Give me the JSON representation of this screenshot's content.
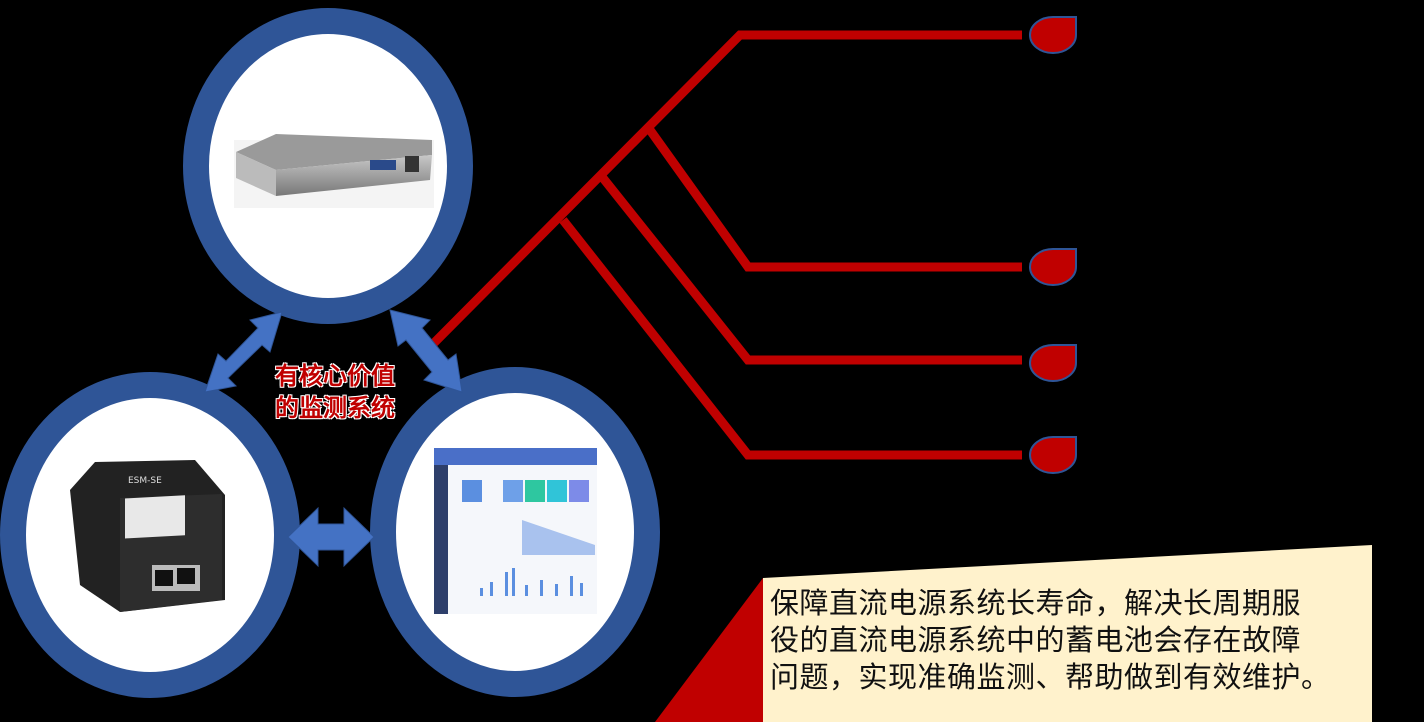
{
  "center_label": {
    "line1": "有核心价值",
    "line2": "的监测系统"
  },
  "description": {
    "line1": "保障直流电源系统长寿命，解决长周期服",
    "line2": "役的直流电源系统中的蓄电池会存在故障",
    "line3": "问题，实现准确监测、帮助做到有效维护。"
  },
  "device_labels": {
    "module": "ESM-SE"
  },
  "colors": {
    "ring": "#2f5597",
    "accent_red": "#c00000",
    "arrow": "#4472c4",
    "note_bg": "#fff2cc"
  }
}
